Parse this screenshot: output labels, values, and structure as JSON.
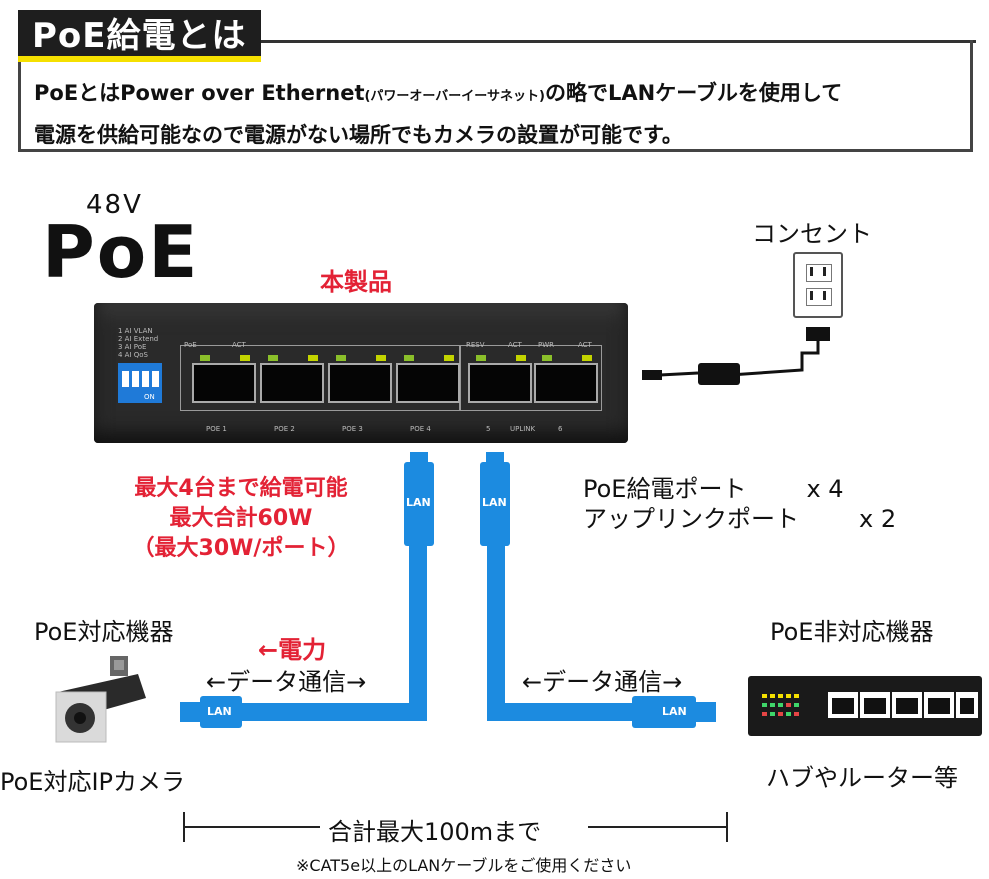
{
  "header": {
    "title": "PoE給電とは",
    "desc_line1_a": "PoEとはPower over Ethernet",
    "desc_line1_small": "(パワーオーバーイーサネット)",
    "desc_line1_b": "の略でLANケーブルを使用して",
    "desc_line2": "電源を供給可能なので電源がない場所でもカメラの設置が可能です。"
  },
  "logo": {
    "voltage": "48V",
    "text": "PoE"
  },
  "product_label": "本製品",
  "outlet_label": "コンセント",
  "switch": {
    "dip_legend": [
      "1 AI VLAN",
      "2 AI Extend",
      "3 AI PoE",
      "4 AI QoS"
    ],
    "dip_on": "ON",
    "top_labels": [
      "PoE",
      "ACT",
      "RESV",
      "ACT",
      "PWR",
      "ACT"
    ],
    "bottom_labels": [
      "POE 1",
      "POE 2",
      "POE 3",
      "POE 4",
      "5",
      "UPLINK",
      "6"
    ]
  },
  "cable_text": "LAN",
  "power_info": [
    "最大4台まで給電可能",
    "最大合計60W",
    "（最大30W/ポート）"
  ],
  "ports_info": [
    {
      "name": "PoE給電ポート",
      "count": "x 4"
    },
    {
      "name": "アップリンクポート",
      "count": "x 2"
    }
  ],
  "left_device": {
    "title": "PoE対応機器",
    "caption": "PoE対応IPカメラ"
  },
  "right_device": {
    "title": "PoE非対応機器",
    "caption": "ハブやルーター等"
  },
  "power_arrow": "←電力",
  "data_arrow_left": "←データ通信→",
  "data_arrow_right": "←データ通信→",
  "distance": "合計最大100mまで",
  "footnote": "※CAT5e以上のLANケーブルをご使用ください",
  "colors": {
    "accent_red": "#e32235",
    "cable_blue": "#1c8be0",
    "title_bar_yellow": "#f5e000"
  }
}
